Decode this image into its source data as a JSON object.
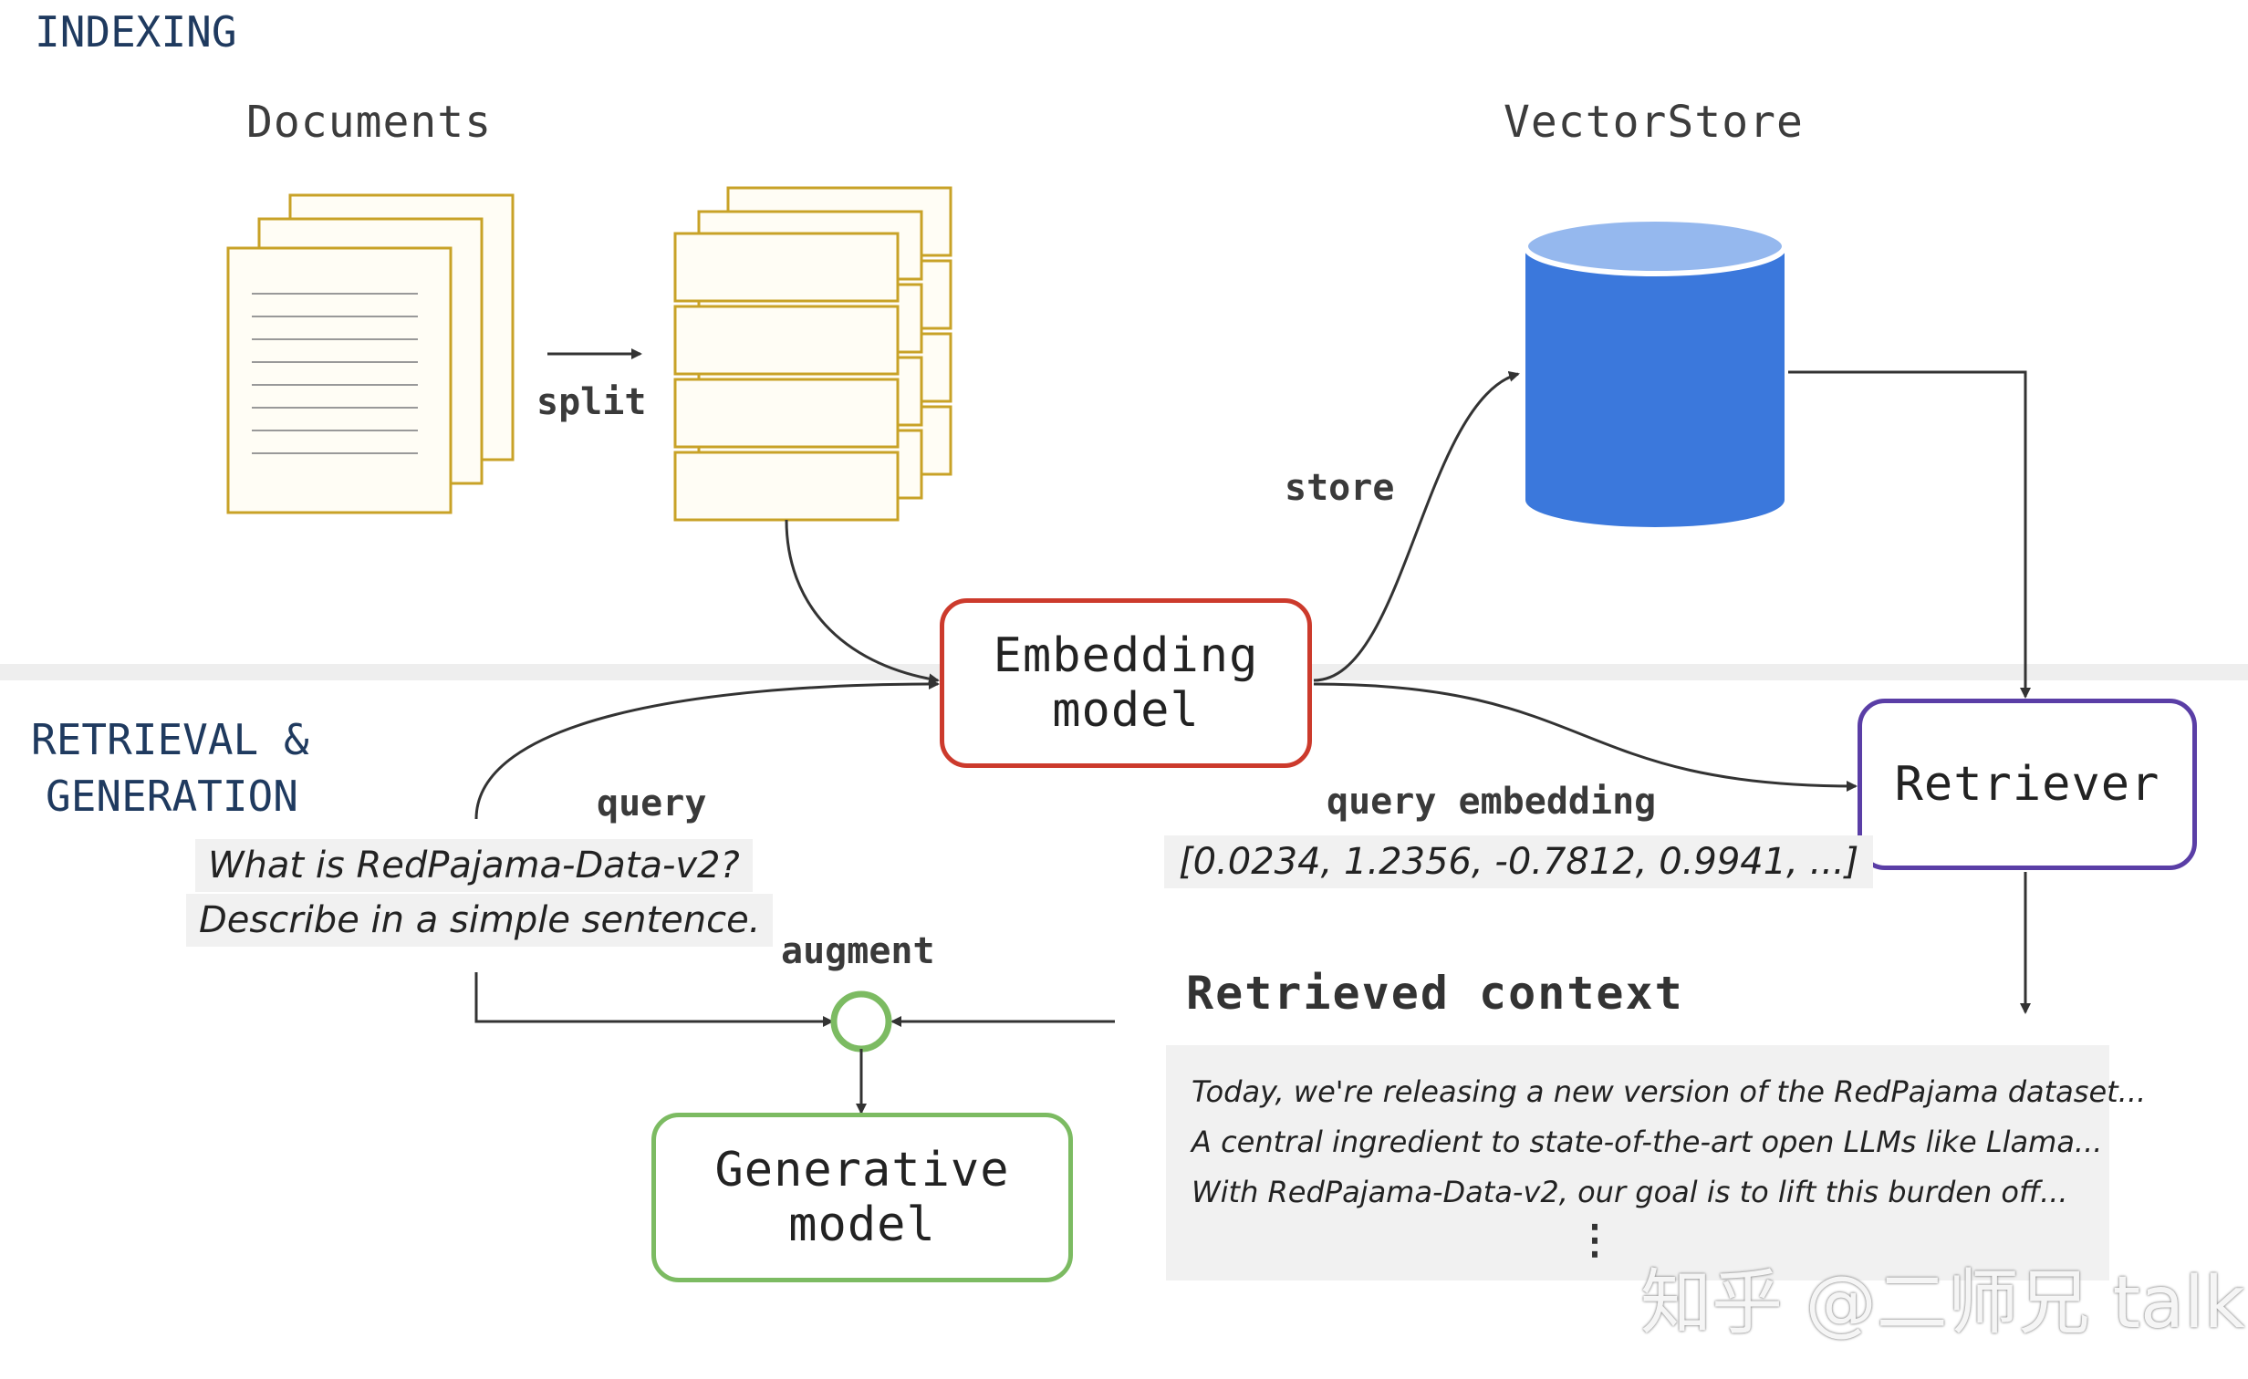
{
  "sections": {
    "indexing": "INDEXING",
    "retrieval_line1": "RETRIEVAL &",
    "retrieval_line2": "GENERATION"
  },
  "titles": {
    "documents": "Documents",
    "vectorstore": "VectorStore",
    "retrieved_context": "Retrieved context"
  },
  "edges": {
    "split": "split",
    "store": "store",
    "query": "query",
    "query_embedding": "query embedding",
    "augment": "augment"
  },
  "nodes": {
    "embedding_line1": "Embedding",
    "embedding_line2": "model",
    "retriever": "Retriever",
    "generative_line1": "Generative",
    "generative_line2": "model"
  },
  "query_text": {
    "line1": "What is RedPajama-Data-v2?",
    "line2": "Describe in a simple sentence."
  },
  "embedding_vector": "[0.0234, 1.2356, -0.7812, 0.9941, ...]",
  "context_lines": [
    "Today, we're releasing a new version of the RedPajama dataset...",
    "A central ingredient to state-of-the-art open LLMs like Llama...",
    "With RedPajama-Data-v2, our goal is to lift this burden off..."
  ],
  "context_more": "⋮",
  "watermark": "知乎 @二师兄 talk",
  "colors": {
    "document": "#c8a227",
    "embedding": "#cc3a2c",
    "retriever": "#5a3ea6",
    "generative": "#7cbb62",
    "cylinder_body": "#3b78dc",
    "cylinder_top": "#95b8ee",
    "section_text": "#1f3a5f"
  }
}
